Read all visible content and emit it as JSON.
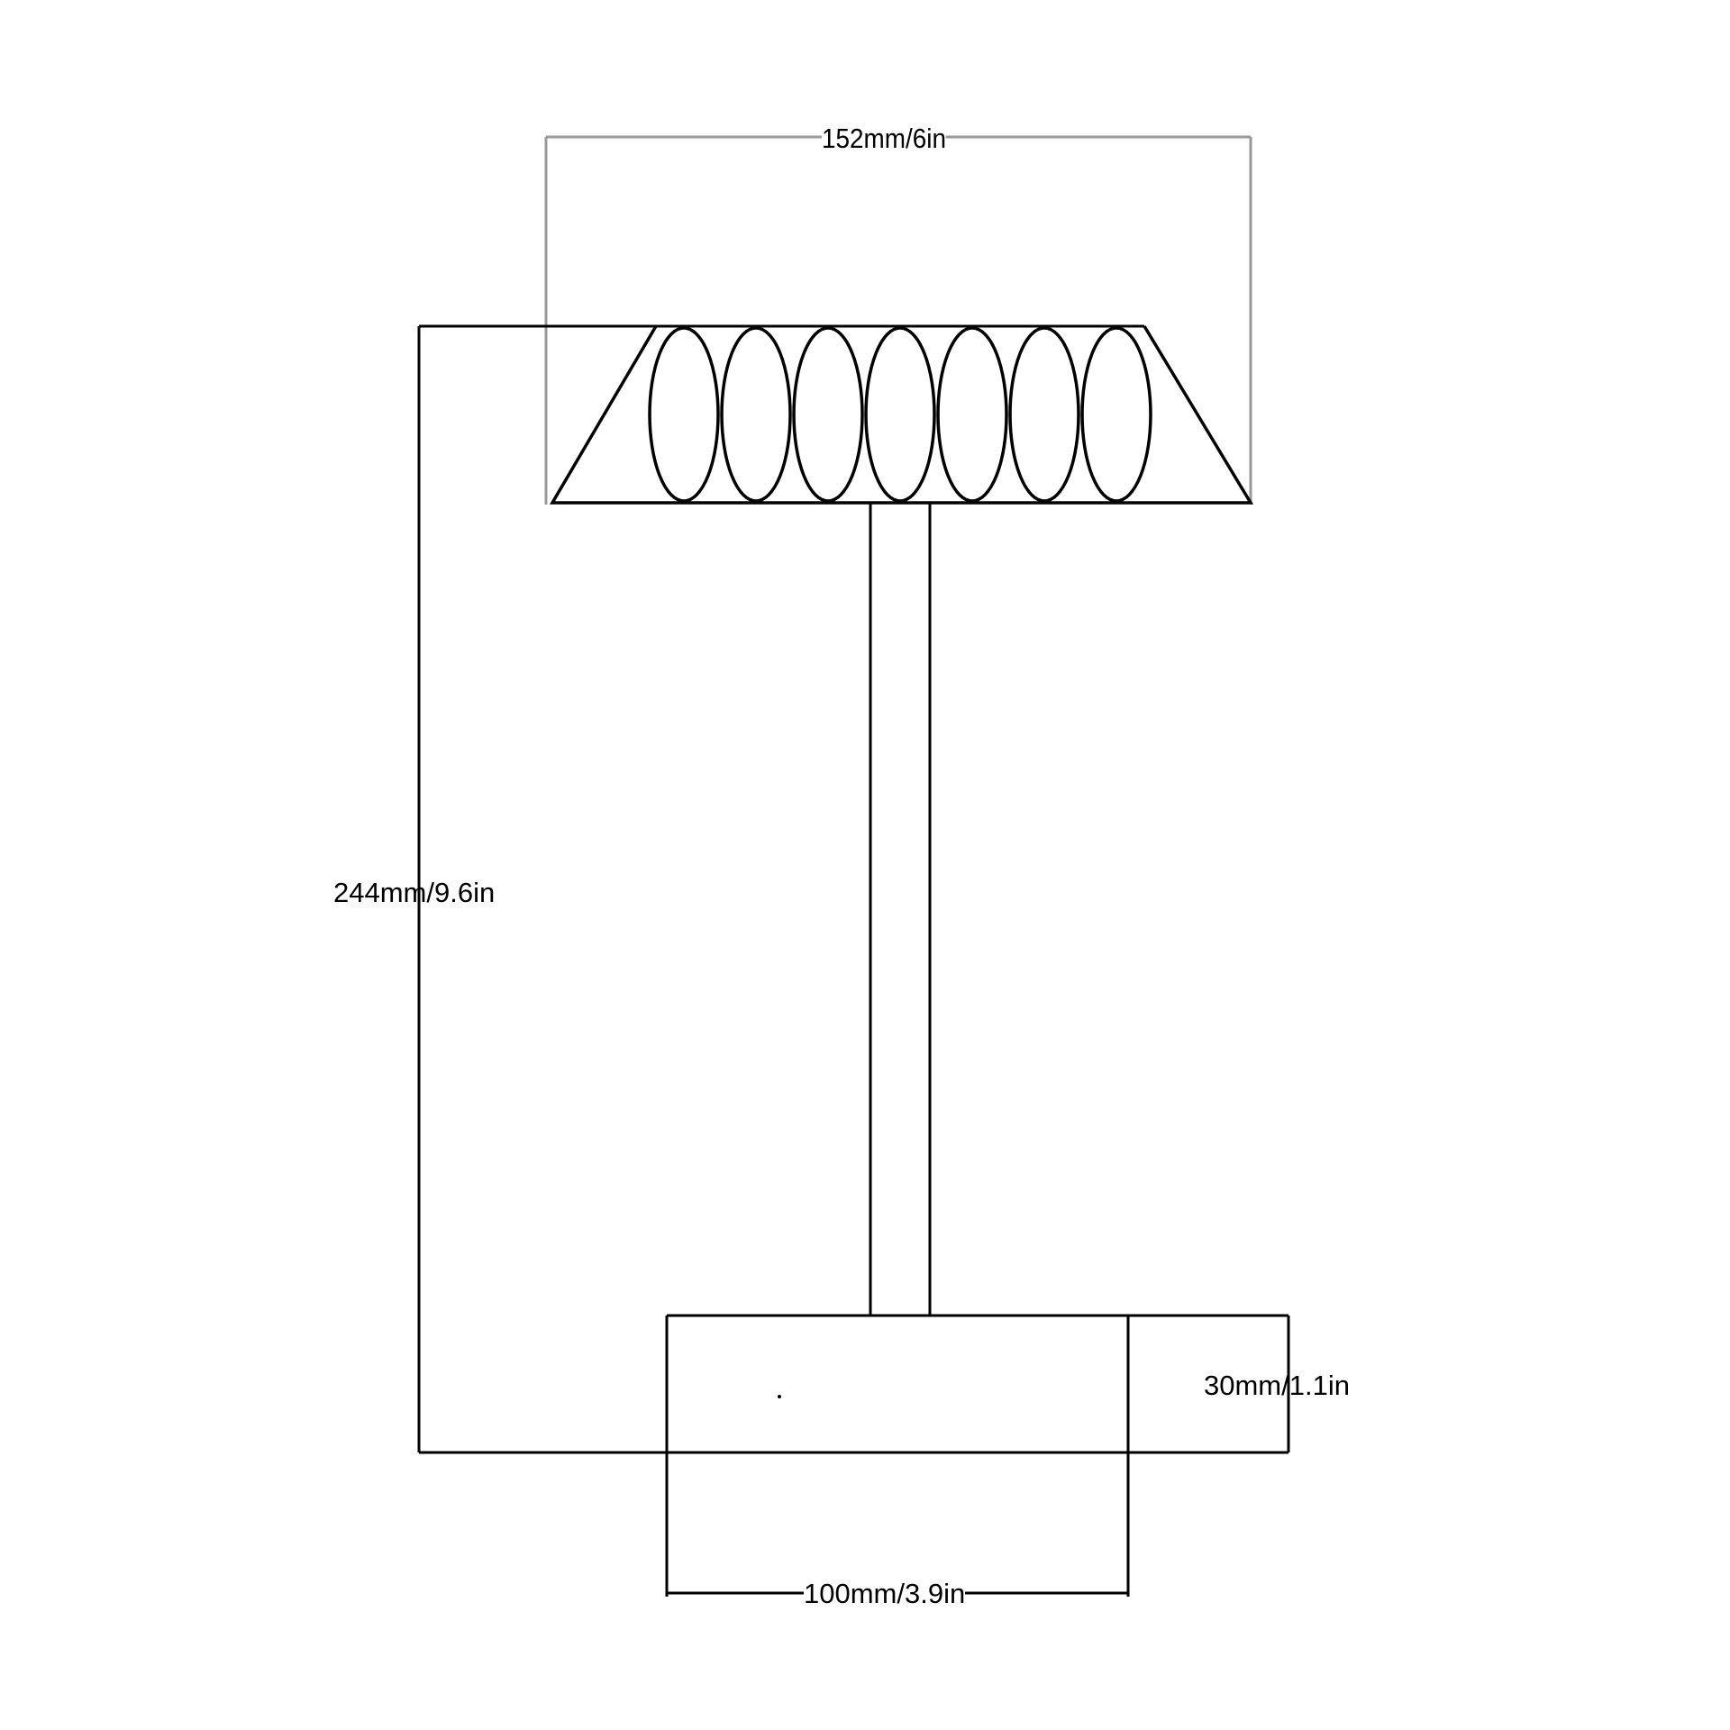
{
  "drawing": {
    "subject": "table lamp dimension drawing",
    "colors": {
      "outline": "#000000",
      "dimension_gray": "#999999",
      "background": "#ffffff"
    }
  },
  "dimensions": {
    "shade_width": "152mm/6in",
    "total_height": "244mm/9.6in",
    "base_height": "30mm/1.1in",
    "base_width": "100mm/3.9in"
  },
  "shade": {
    "ellipse_count": 7
  }
}
